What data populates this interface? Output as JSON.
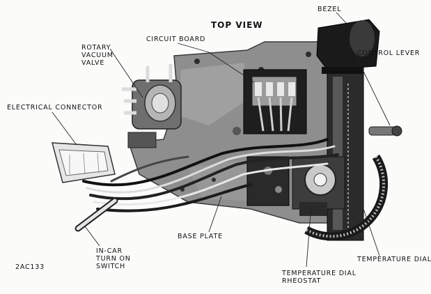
{
  "diagram": {
    "title": "TOP VIEW",
    "figure_id": "2AC133",
    "labels": {
      "bezel": "BEZEL",
      "circuit_board": "CIRCUIT BOARD",
      "rotary_vacuum_valve": [
        "ROTARY",
        "VACUUM",
        "VALVE"
      ],
      "control_lever": "CONTROL LEVER",
      "electrical_connector": "ELECTRICAL CONNECTOR",
      "base_plate": "BASE PLATE",
      "in_car_turn_on_switch": [
        "IN-CAR",
        "TURN ON",
        "SWITCH"
      ],
      "temperature_dial": "TEMPERATURE DIAL",
      "temperature_dial_rheostat": [
        "TEMPERATURE DIAL",
        "RHEOSTAT"
      ]
    }
  }
}
